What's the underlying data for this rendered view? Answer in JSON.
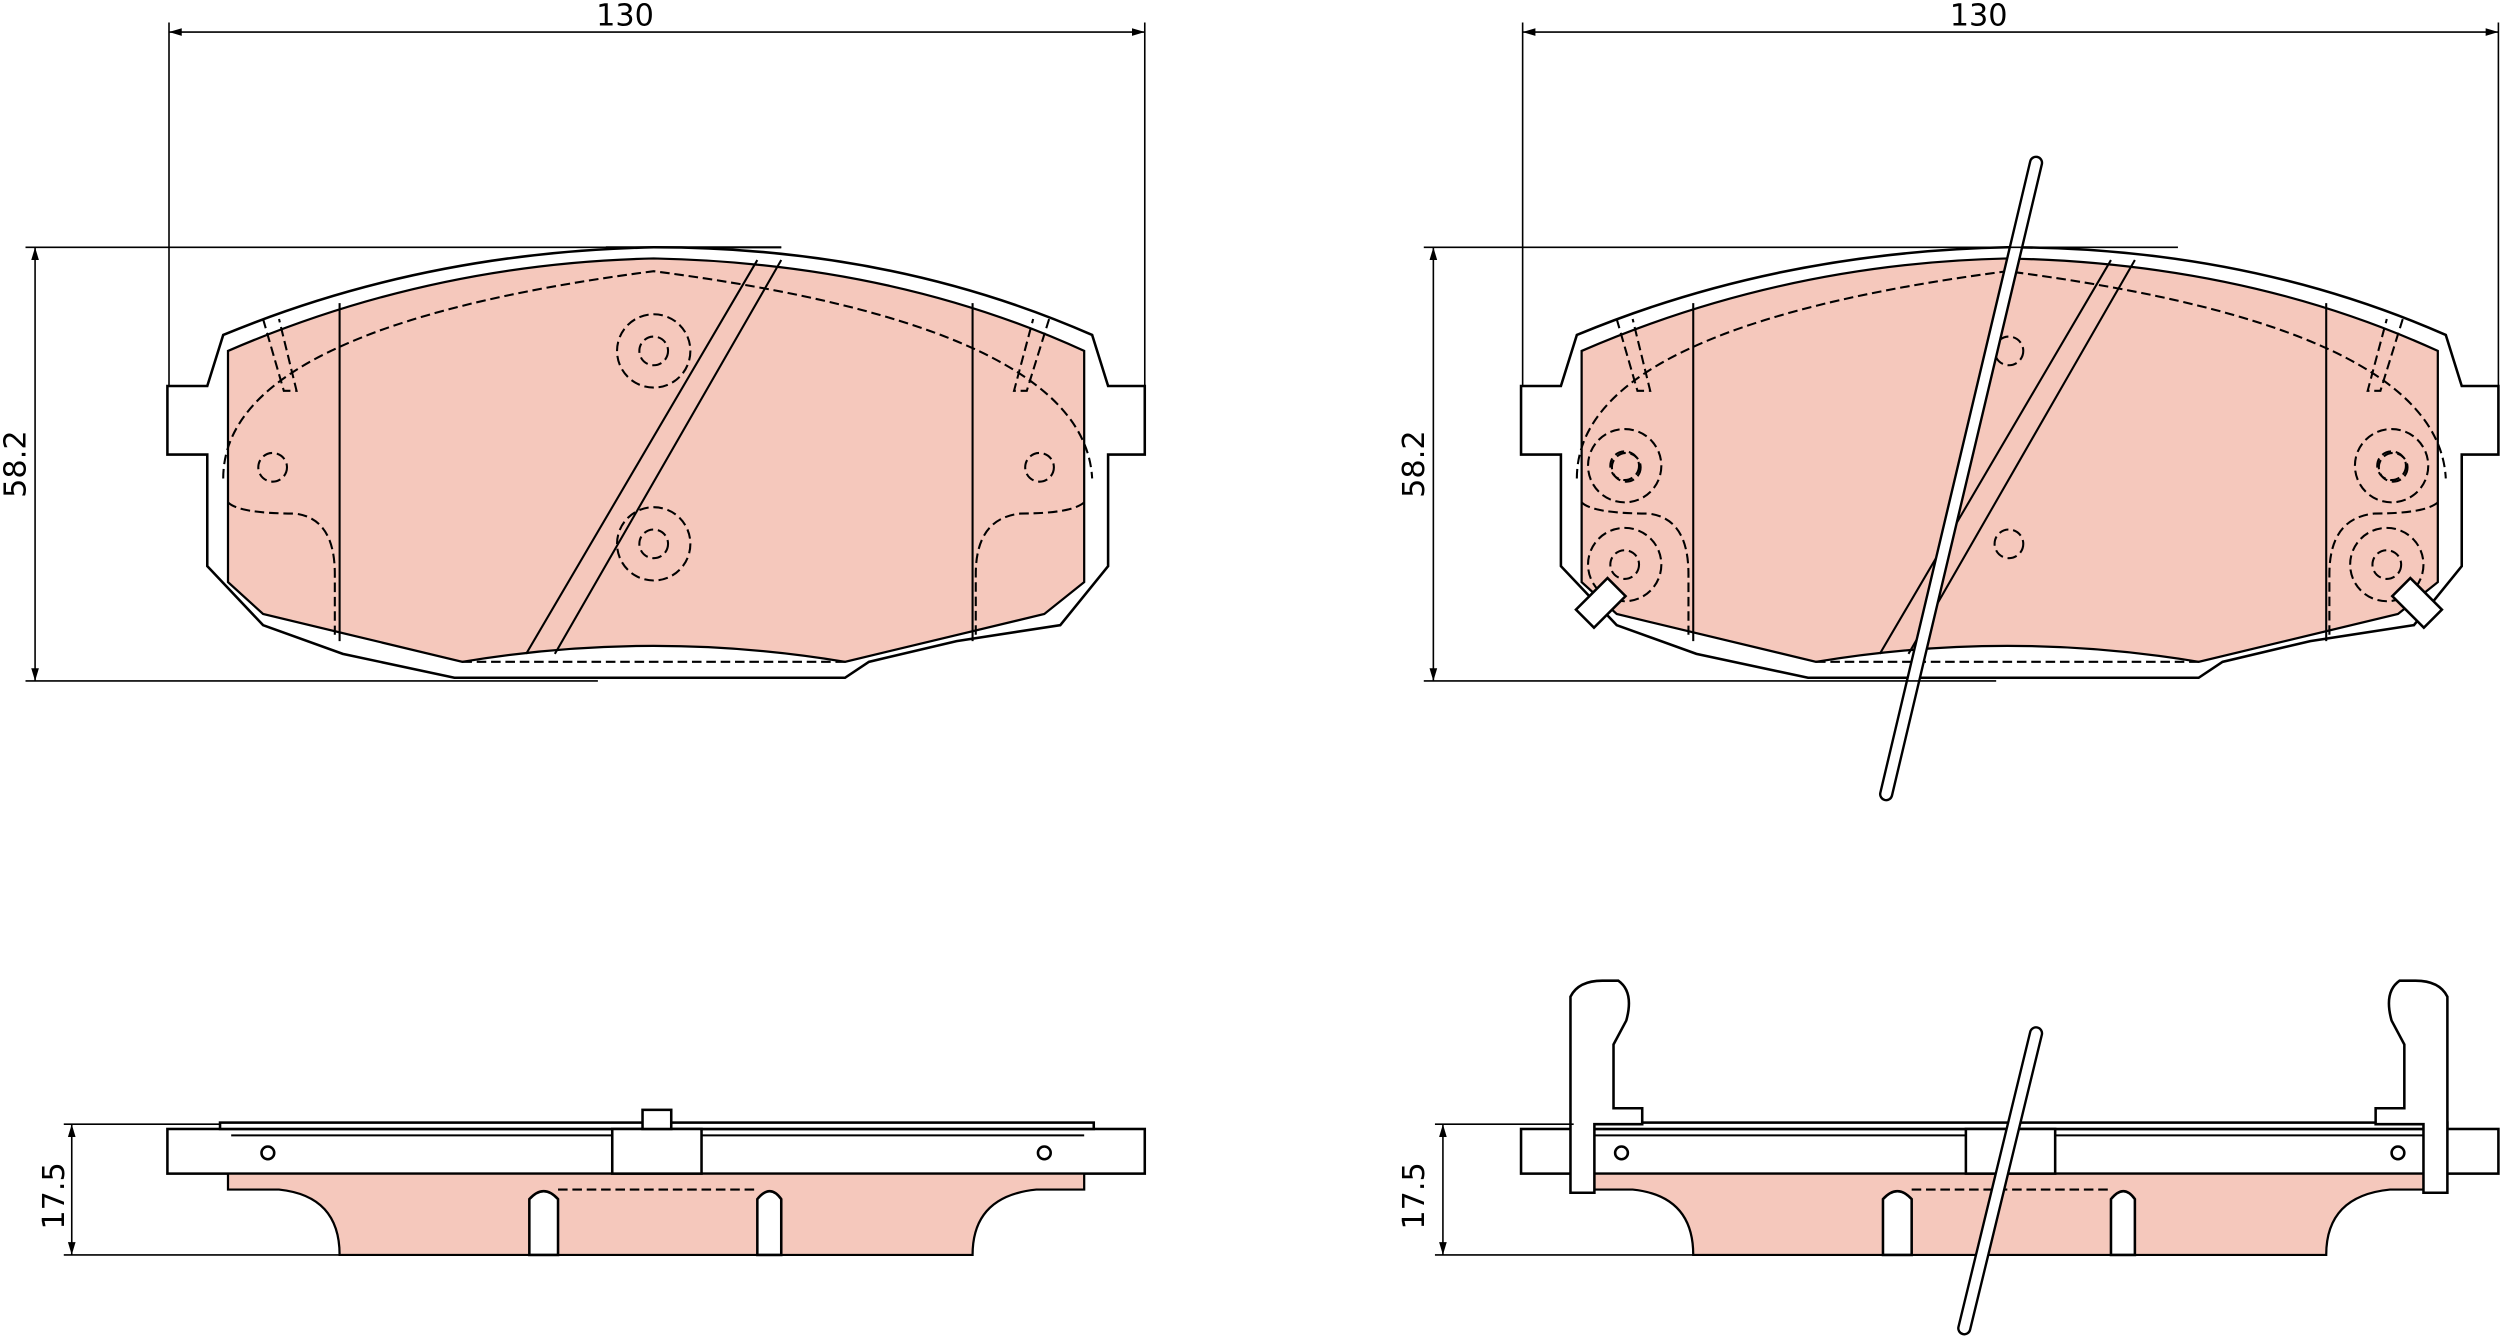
{
  "colors": {
    "friction_fill": "#f5c8bc",
    "line": "#000000",
    "background": "#ffffff"
  },
  "dimensions": {
    "front_width": "130",
    "front_height": "58.2",
    "rear_width": "130",
    "rear_height": "58.2",
    "front_thickness": "17.5",
    "rear_thickness": "17.5"
  }
}
